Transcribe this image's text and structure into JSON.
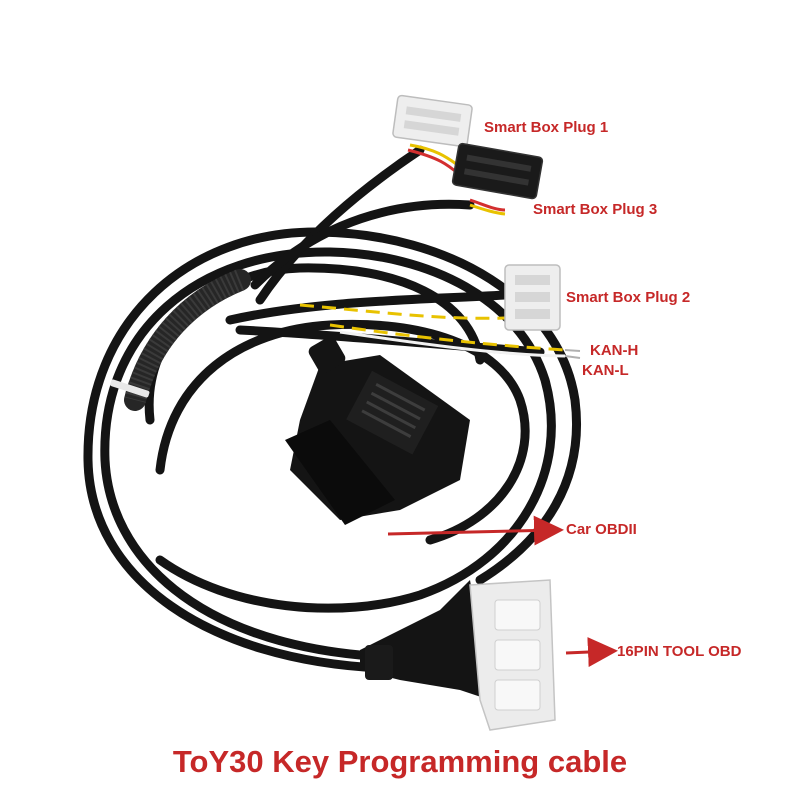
{
  "labels": {
    "plug1": "Smart Box Plug 1",
    "plug3": "Smart Box Plug 3",
    "plug2": "Smart Box Plug 2",
    "kan_h": "KAN-H",
    "kan_l": "KAN-L",
    "car_obd": "Car OBDII",
    "tool_obd": "16PIN TOOL OBD"
  },
  "caption": "ToY30 Key Programming cable",
  "colors": {
    "label_red": "#c62828",
    "cable_black": "#141414",
    "connector_white": "#eeeeee",
    "wire_yellow": "#e8c200",
    "wire_red": "#d32f2f"
  }
}
